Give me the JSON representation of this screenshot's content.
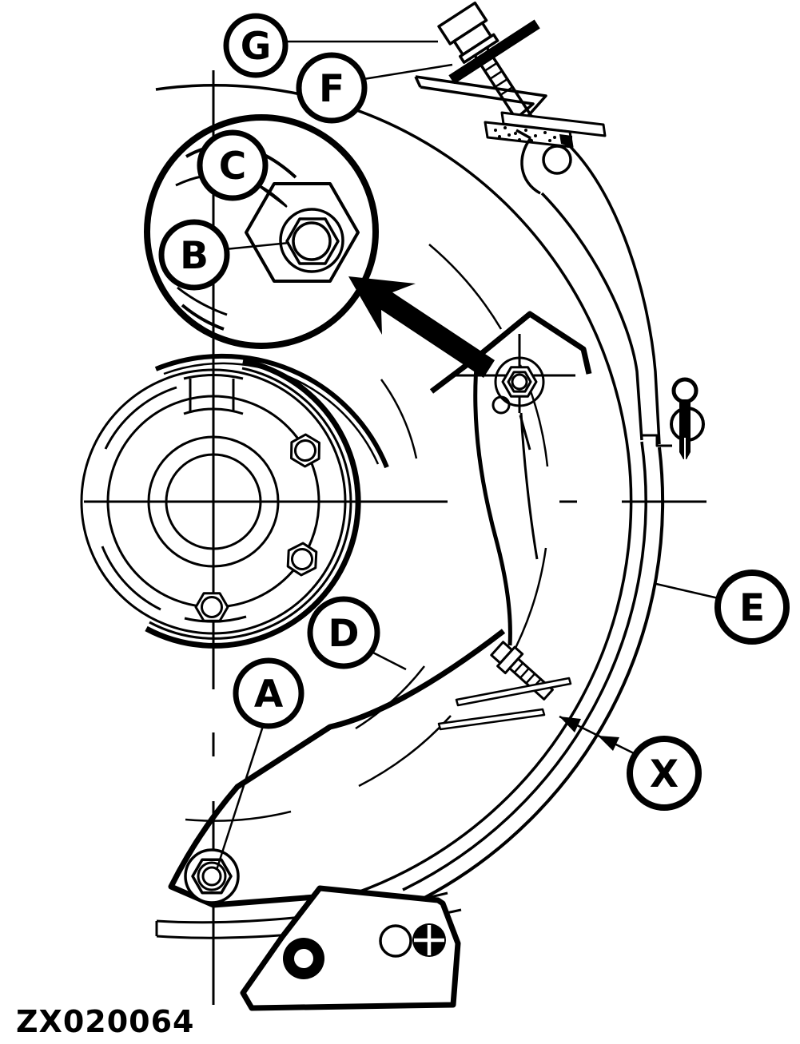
{
  "figure": {
    "code": "ZX020064"
  },
  "callouts": {
    "A": {
      "label": "A"
    },
    "B": {
      "label": "B"
    },
    "C": {
      "label": "C"
    },
    "D": {
      "label": "D"
    },
    "E": {
      "label": "E"
    },
    "F": {
      "label": "F"
    },
    "G": {
      "label": "G"
    },
    "X": {
      "label": "X"
    }
  },
  "colors": {
    "line": "#000000",
    "background": "#ffffff"
  }
}
